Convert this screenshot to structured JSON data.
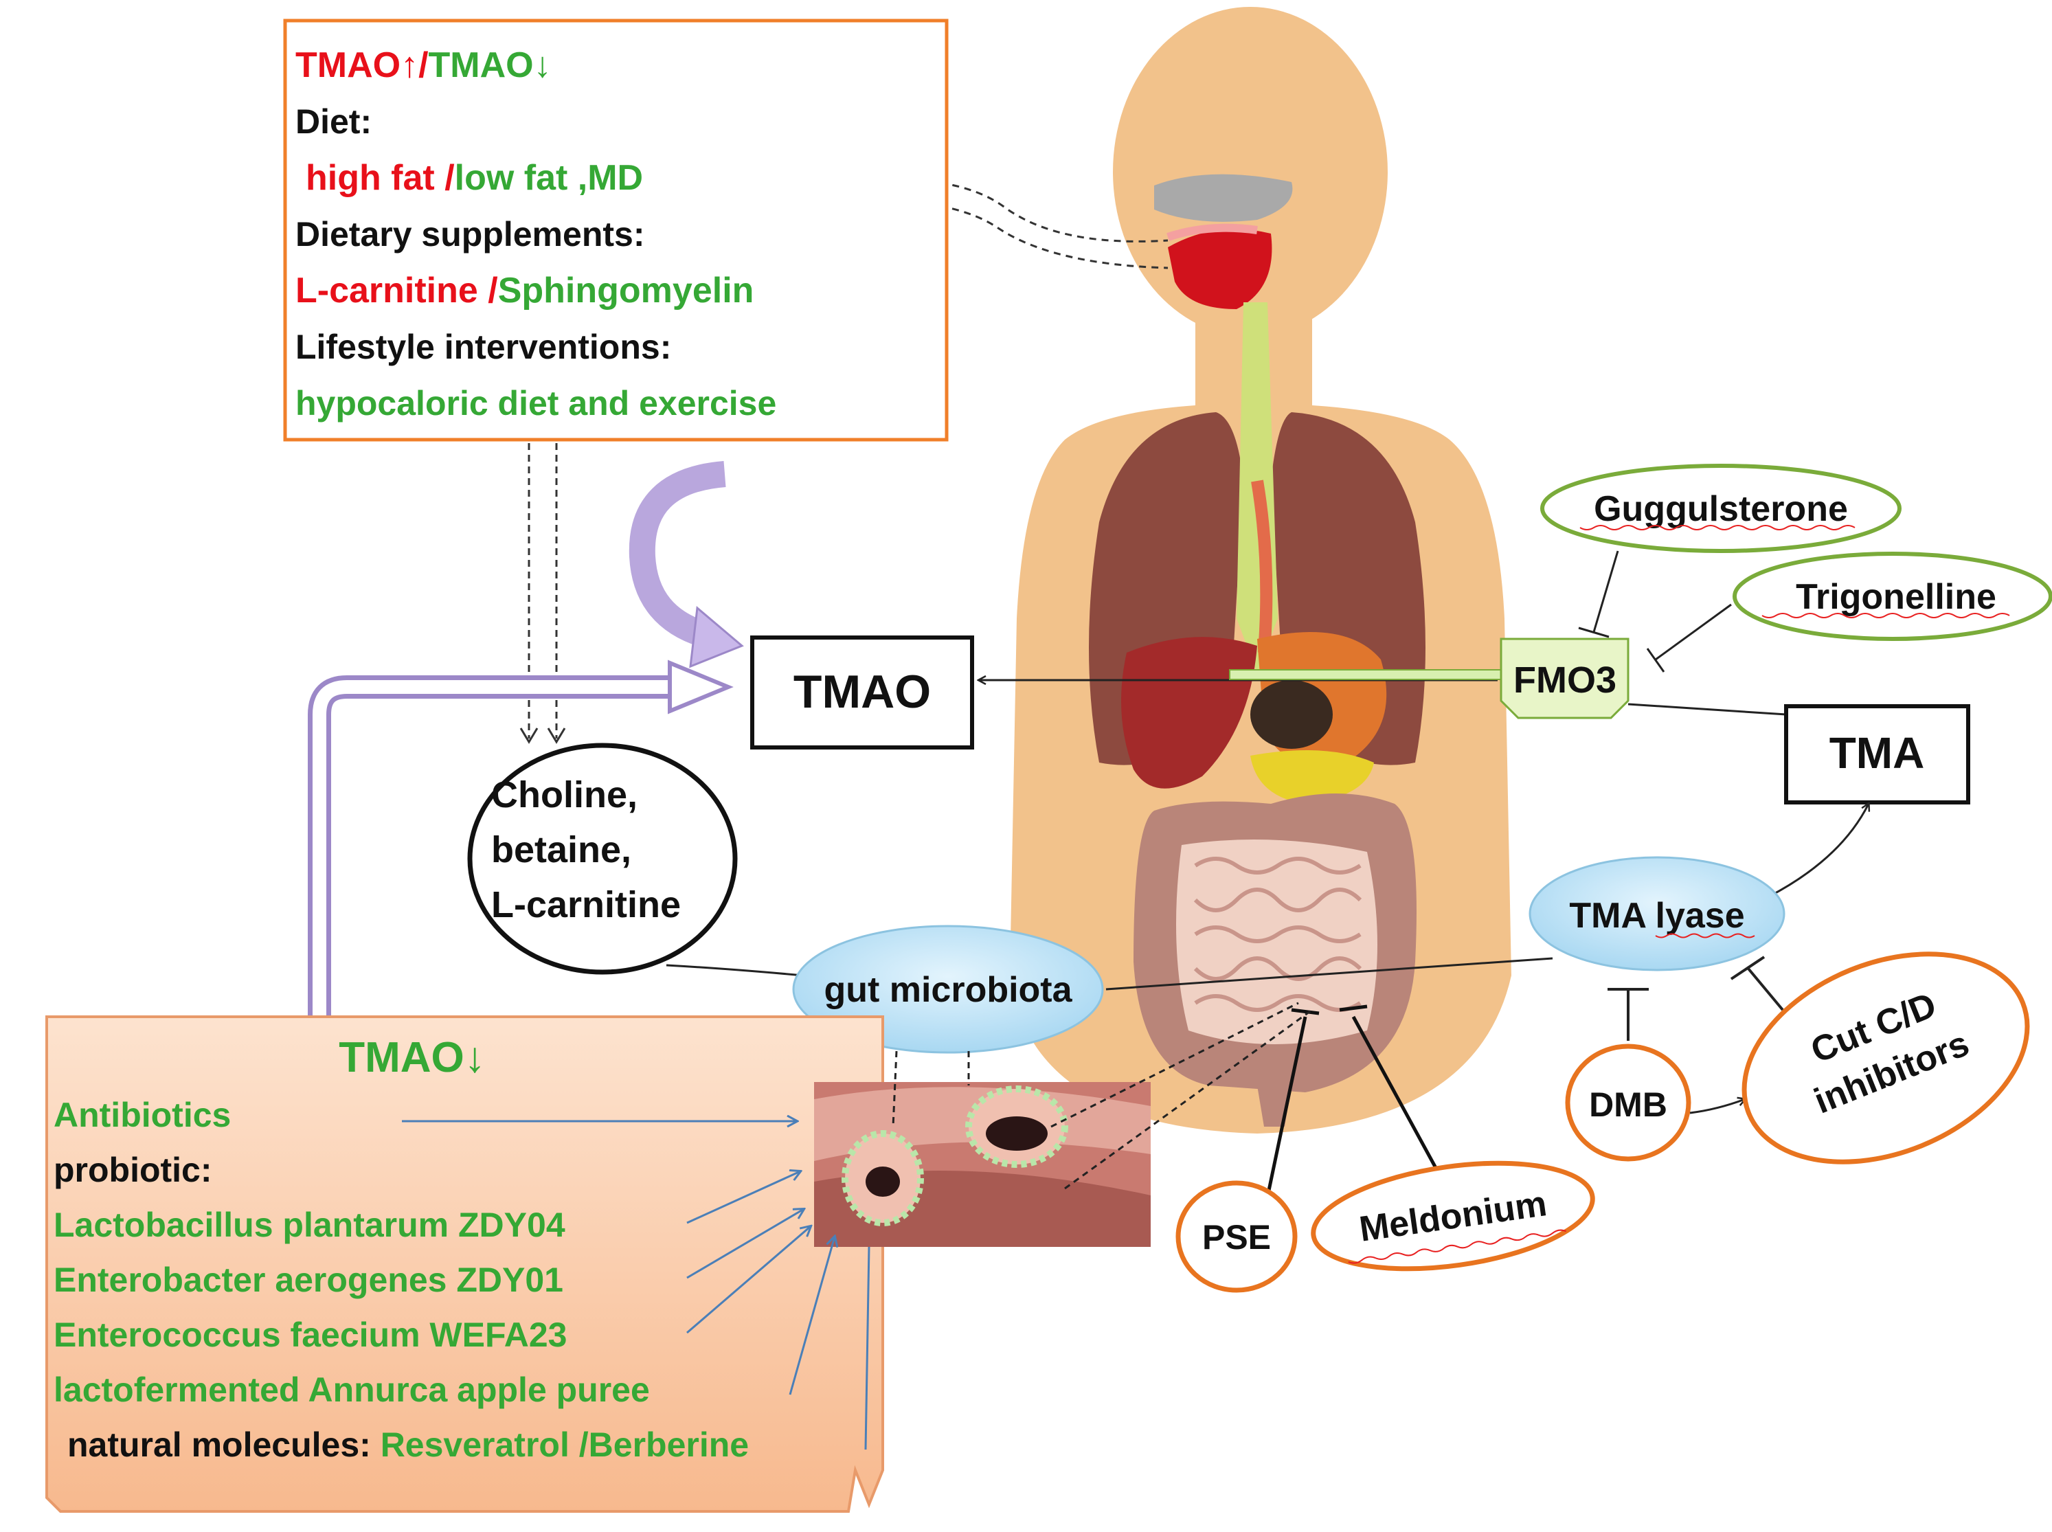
{
  "top_box": {
    "title_up": "TMAO↑",
    "title_sep": "/",
    "title_down": "TMAO↓",
    "diet_label": "Diet:",
    "diet_up": "high fat ",
    "diet_sep": "/",
    "diet_down": "low fat ,MD",
    "supplements_label": "Dietary supplements:",
    "supp_up": "L-carnitine ",
    "supp_sep": "/",
    "supp_down": "Sphingomyelin",
    "lifestyle_label": "Lifestyle interventions:",
    "lifestyle_down": "hypocaloric diet and exercise"
  },
  "bottom_box": {
    "title": "TMAO↓",
    "antibiotics": "Antibiotics",
    "probiotic_label": "probiotic:",
    "probiotics": [
      "Lactobacillus plantarum ZDY04",
      "Enterobacter aerogenes ZDY01",
      "Enterococcus faecium WEFA23",
      "lactofermented Annurca apple puree"
    ],
    "natural_label": "natural molecules: ",
    "natural_1": "Resveratrol ",
    "natural_sep": "/",
    "natural_2": "Berberine"
  },
  "nodes": {
    "tmao": "TMAO",
    "tma": "TMA",
    "fmo3": "FMO3",
    "precursors": [
      "Choline,",
      "betaine,",
      "L-carnitine"
    ],
    "gut_microbiota": "gut microbiota",
    "tma_lyase": "TMA lyase"
  },
  "inhibitors": {
    "guggulsterone": "Guggulsterone",
    "trigonelline": "Trigonelline",
    "dmb": "DMB",
    "cutcd": [
      "Cut C/D",
      "inhibitors"
    ],
    "pse": "PSE",
    "meldonium": "Meldonium"
  },
  "colors": {
    "increase": "#e8101a",
    "decrease": "#35a835",
    "box_border": "#f07f2a",
    "inhibitor_orange": "#e8741f",
    "inhibitor_green": "#7aab3a",
    "microbe_blue": "#bfe3f7",
    "skin": "#f2c28b",
    "arrow_purple": "#b9a7dd"
  }
}
